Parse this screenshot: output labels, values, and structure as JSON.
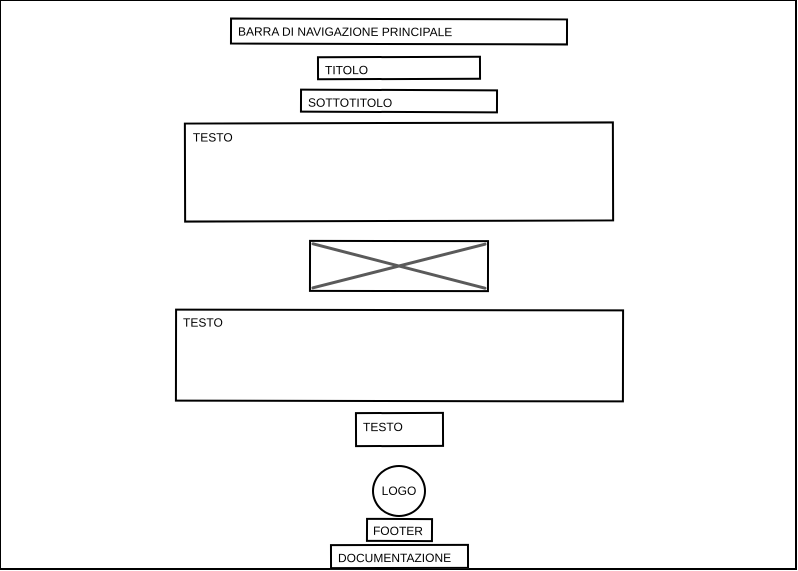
{
  "wireframe": {
    "nav_bar_label": "BARRA DI NAVIGAZIONE PRINCIPALE",
    "title_label": "TITOLO",
    "subtitle_label": "SOTTOTITOLO",
    "text_block_1_label": "TESTO",
    "image_placeholder_icon": "image-placeholder-cross-icon",
    "text_block_2_label": "TESTO",
    "text_block_3_label": "TESTO",
    "logo_label": "LOGO",
    "footer_label": "FOOTER",
    "documentation_label": "DOCUMENTAZIONE",
    "colors": {
      "stroke": "#000000",
      "placeholder_cross": "#5a5a5a",
      "background": "#ffffff"
    }
  }
}
